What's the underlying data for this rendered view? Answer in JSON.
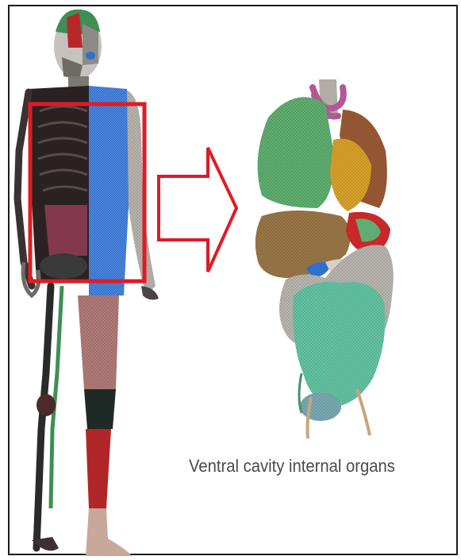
{
  "caption": "Ventral cavity internal organs",
  "colors": {
    "frame": "#1c1c1c",
    "highlight_box": "#e01b24",
    "arrow": "#e01b24",
    "caption_text": "#4a4a4a",
    "skeleton": "#2a2a2a",
    "muscle_blue": "#2f6fd0",
    "skin_grey": "#b9b3ad",
    "lung_green": "#5fae6f",
    "liver_brown": "#9a7646",
    "intestine_teal": "#63c3a2",
    "heart_gold": "#d9a12a",
    "trachea_pink": "#b15896",
    "organ_red": "#c9282a"
  },
  "icons": [
    "human-body-mesh",
    "right-arrow-outline",
    "internal-organs-mesh"
  ]
}
